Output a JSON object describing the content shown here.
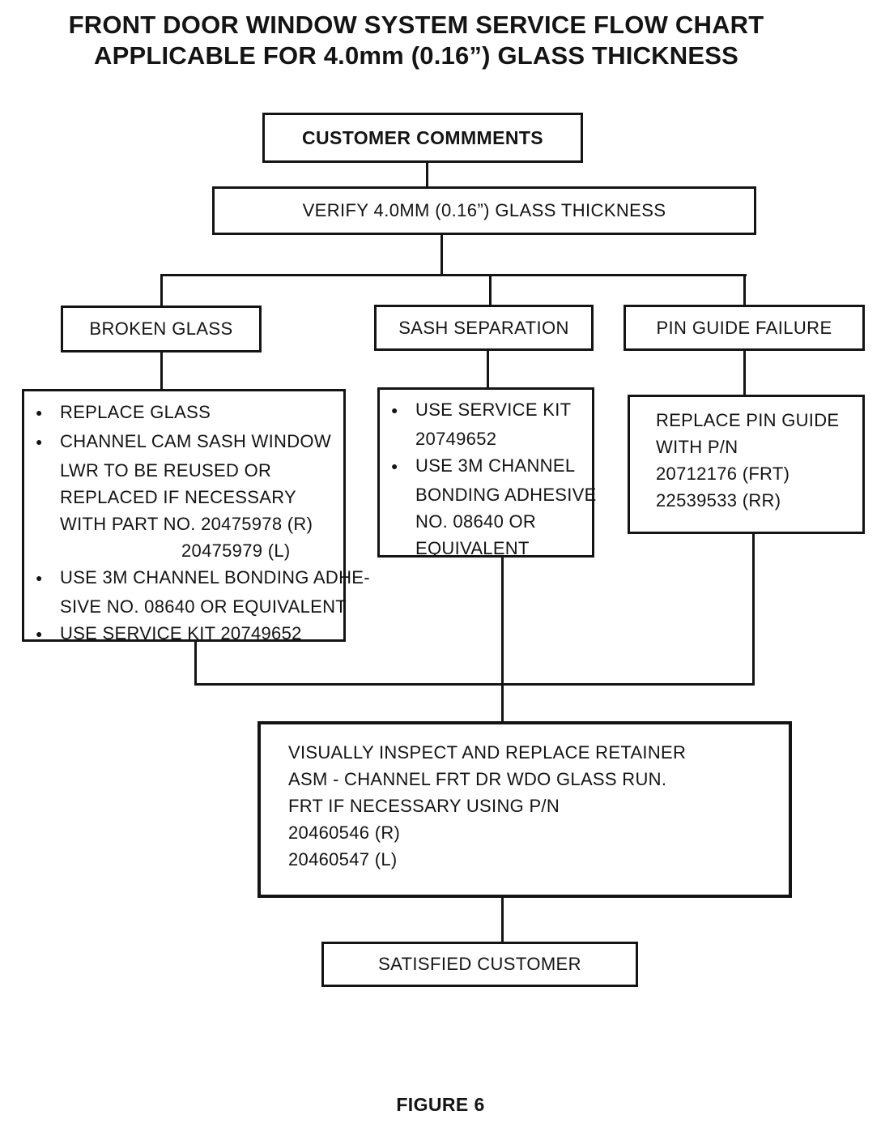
{
  "colors": {
    "ink": "#141414",
    "paper": "#ffffff"
  },
  "title": {
    "line1": "FRONT DOOR WINDOW SYSTEM SERVICE FLOW CHART",
    "line2": "APPLICABLE FOR 4.0mm (0.16”) GLASS THICKNESS"
  },
  "nodes": {
    "customer_comments": "CUSTOMER COMMMENTS",
    "verify": "VERIFY 4.0MM (0.16”) GLASS THICKNESS",
    "broken_glass": "BROKEN GLASS",
    "sash_separation": "SASH SEPARATION",
    "pin_guide_failure": "PIN GUIDE FAILURE",
    "satisfied_customer": "SATISFIED CUSTOMER"
  },
  "broken_glass_box": {
    "lines": [
      {
        "bullet": "●",
        "text": "REPLACE GLASS"
      },
      {
        "bullet": "●",
        "text": "CHANNEL CAM SASH WINDOW"
      },
      {
        "bullet": "",
        "text": "LWR TO BE REUSED OR"
      },
      {
        "bullet": "",
        "text": "REPLACED IF NECESSARY"
      },
      {
        "bullet": "",
        "text": "WITH PART NO. 20475978 (R)"
      },
      {
        "bullet": "",
        "text": "20475979 (L)"
      },
      {
        "bullet": "●",
        "text": "USE 3M CHANNEL BONDING ADHE-"
      },
      {
        "bullet": "",
        "text": "SIVE NO. 08640 OR EQUIVALENT"
      },
      {
        "bullet": "●",
        "text": "USE SERVICE KIT 20749652"
      }
    ]
  },
  "sash_separation_box": {
    "lines": [
      {
        "bullet": "●",
        "text": "USE SERVICE KIT"
      },
      {
        "bullet": "",
        "text": "20749652"
      },
      {
        "bullet": "●",
        "text": "USE 3M CHANNEL"
      },
      {
        "bullet": "",
        "text": "BONDING ADHESIVE"
      },
      {
        "bullet": "",
        "text": "NO. 08640 OR"
      },
      {
        "bullet": "",
        "text": "EQUIVALENT"
      }
    ]
  },
  "pin_guide_box": {
    "lines": [
      {
        "text": "REPLACE PIN GUIDE"
      },
      {
        "text": "WITH P/N"
      },
      {
        "text": "20712176 (FRT)"
      },
      {
        "text": "22539533 (RR)"
      }
    ]
  },
  "inspect_box": {
    "lines": [
      {
        "text": "VISUALLY INSPECT AND REPLACE RETAINER"
      },
      {
        "text": "ASM - CHANNEL FRT DR WDO GLASS RUN."
      },
      {
        "text": "FRT IF NECESSARY USING P/N"
      },
      {
        "text": "20460546 (R)"
      },
      {
        "text": "20460547 (L)"
      }
    ]
  },
  "caption": "FIGURE 6"
}
